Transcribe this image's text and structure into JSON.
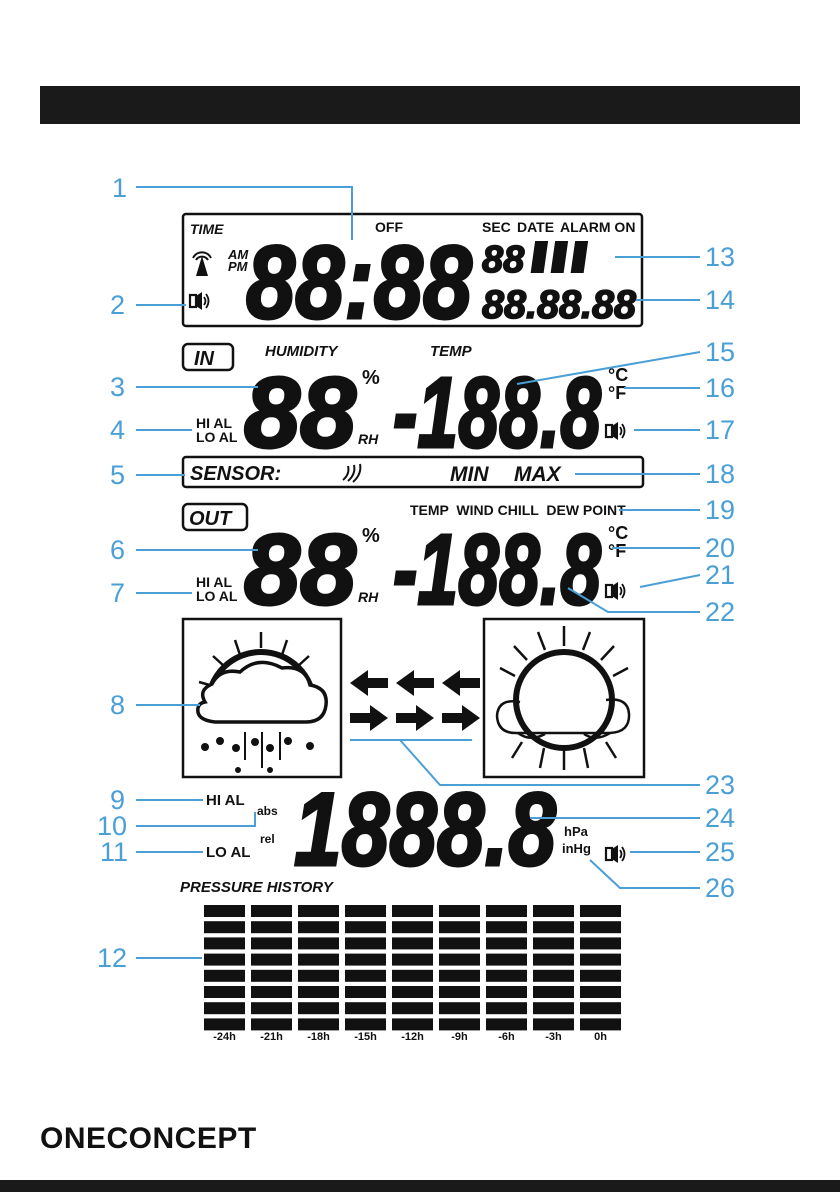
{
  "lcd": {
    "time": {
      "label": "TIME",
      "am": "AM",
      "pm": "PM",
      "off": "OFF",
      "sec": "SEC",
      "date": "DATE",
      "alarm_on": "ALARM ON",
      "digits": "88:88",
      "sec_digits": "88",
      "date_digits": "88.88.88"
    },
    "indoor": {
      "badge": "IN",
      "humidity_label": "HUMIDITY",
      "temp_label": "TEMP",
      "percent": "%",
      "rh": "RH",
      "hi_al": "HI AL",
      "lo_al": "LO AL",
      "humidity_digits": "88",
      "temp_digits": "-188.8",
      "celsius": "°C",
      "fahrenheit": "°F"
    },
    "sensor_bar": {
      "sensor": "SENSOR:",
      "min": "MIN",
      "max": "MAX"
    },
    "outdoor": {
      "badge": "OUT",
      "temp_modes": "TEMP  WIND CHILL  DEW POINT",
      "percent": "%",
      "rh": "RH",
      "hi_al": "HI AL",
      "lo_al": "LO AL",
      "humidity_digits": "88",
      "temp_digits": "-188.8",
      "celsius": "°C",
      "fahrenheit": "°F"
    },
    "pressure": {
      "hi_al": "HI AL",
      "lo_al": "LO AL",
      "abs": "abs",
      "rel": "rel",
      "digits": "1888.8",
      "hpa": "hPa",
      "inhg": "inHg"
    },
    "history": {
      "title": "PRESSURE HISTORY",
      "ticks": [
        "-24h",
        "-21h",
        "-18h",
        "-15h",
        "-12h",
        "-9h",
        "-6h",
        "-3h",
        "0h"
      ]
    }
  },
  "callouts": [
    "1",
    "2",
    "3",
    "4",
    "5",
    "6",
    "7",
    "8",
    "9",
    "10",
    "11",
    "12",
    "13",
    "14",
    "15",
    "16",
    "17",
    "18",
    "19",
    "20",
    "21",
    "22",
    "23",
    "24",
    "25",
    "26"
  ],
  "brand": "ONECONCEPT",
  "colors": {
    "callout": "#4a9fd6",
    "ink": "#111111",
    "bar": "#1a1a1a"
  },
  "icons": [
    "antenna-icon",
    "speaker-icon",
    "sensor-signal-icon",
    "rain-cloud-icon",
    "sun-cloud-icon",
    "trend-arrows-icon"
  ]
}
